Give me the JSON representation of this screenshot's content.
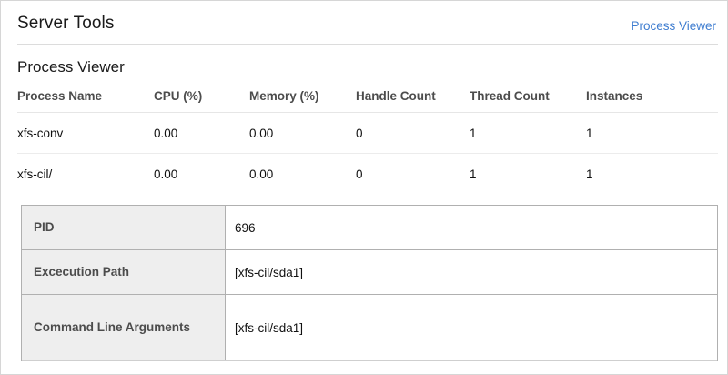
{
  "header": {
    "title": "Server Tools",
    "link_label": "Process Viewer"
  },
  "section": {
    "title": "Process Viewer"
  },
  "process_table": {
    "columns": [
      "Process Name",
      "CPU (%)",
      "Memory (%)",
      "Handle Count",
      "Thread Count",
      "Instances"
    ],
    "rows": [
      {
        "process_name": "xfs-conv",
        "cpu": "0.00",
        "memory": "0.00",
        "handle_count": "0",
        "thread_count": "1",
        "instances": "1"
      },
      {
        "process_name": "xfs-cil/",
        "cpu": "0.00",
        "memory": "0.00",
        "handle_count": "0",
        "thread_count": "1",
        "instances": "1"
      }
    ]
  },
  "detail_panel": {
    "rows": [
      {
        "label": "PID",
        "value": "696"
      },
      {
        "label": "Excecution Path",
        "value": "[xfs-cil/sda1]"
      },
      {
        "label": "Command Line Arguments",
        "value": "[xfs-cil/sda1]"
      }
    ]
  },
  "colors": {
    "link": "#3f7dd0",
    "label_bg": "#eeeeee",
    "border": "#b0b0b0",
    "text": "#111111",
    "muted_text": "#4c4c4c"
  }
}
